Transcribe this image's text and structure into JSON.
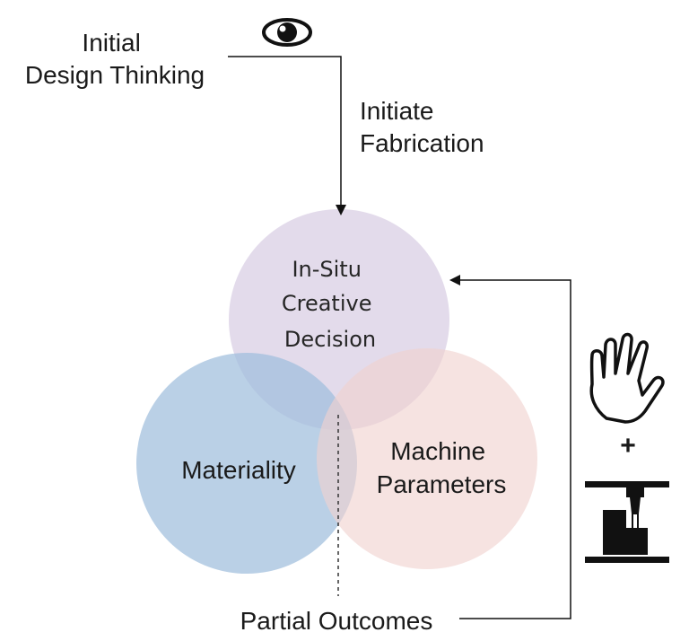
{
  "labels": {
    "initial_line1": "Initial",
    "initial_line2": "Design Thinking",
    "initiate_line1": "Initiate",
    "initiate_line2": "Fabrication",
    "insitu_line1": "In-Situ",
    "insitu_line2": "Creative",
    "insitu_line3": "Decision",
    "materiality": "Materiality",
    "machine_line1": "Machine",
    "machine_line2": "Parameters",
    "partial_outcomes": "Partial Outcomes",
    "plus": "+"
  },
  "icons": {
    "eye": "eye-icon",
    "hand": "hand-icon",
    "machine": "cnc-mill-icon"
  },
  "colors": {
    "top_circle": "#dcd2e6",
    "left_circle": "#9fbedc",
    "right_circle": "#f0d2cf",
    "stroke": "#111111"
  }
}
